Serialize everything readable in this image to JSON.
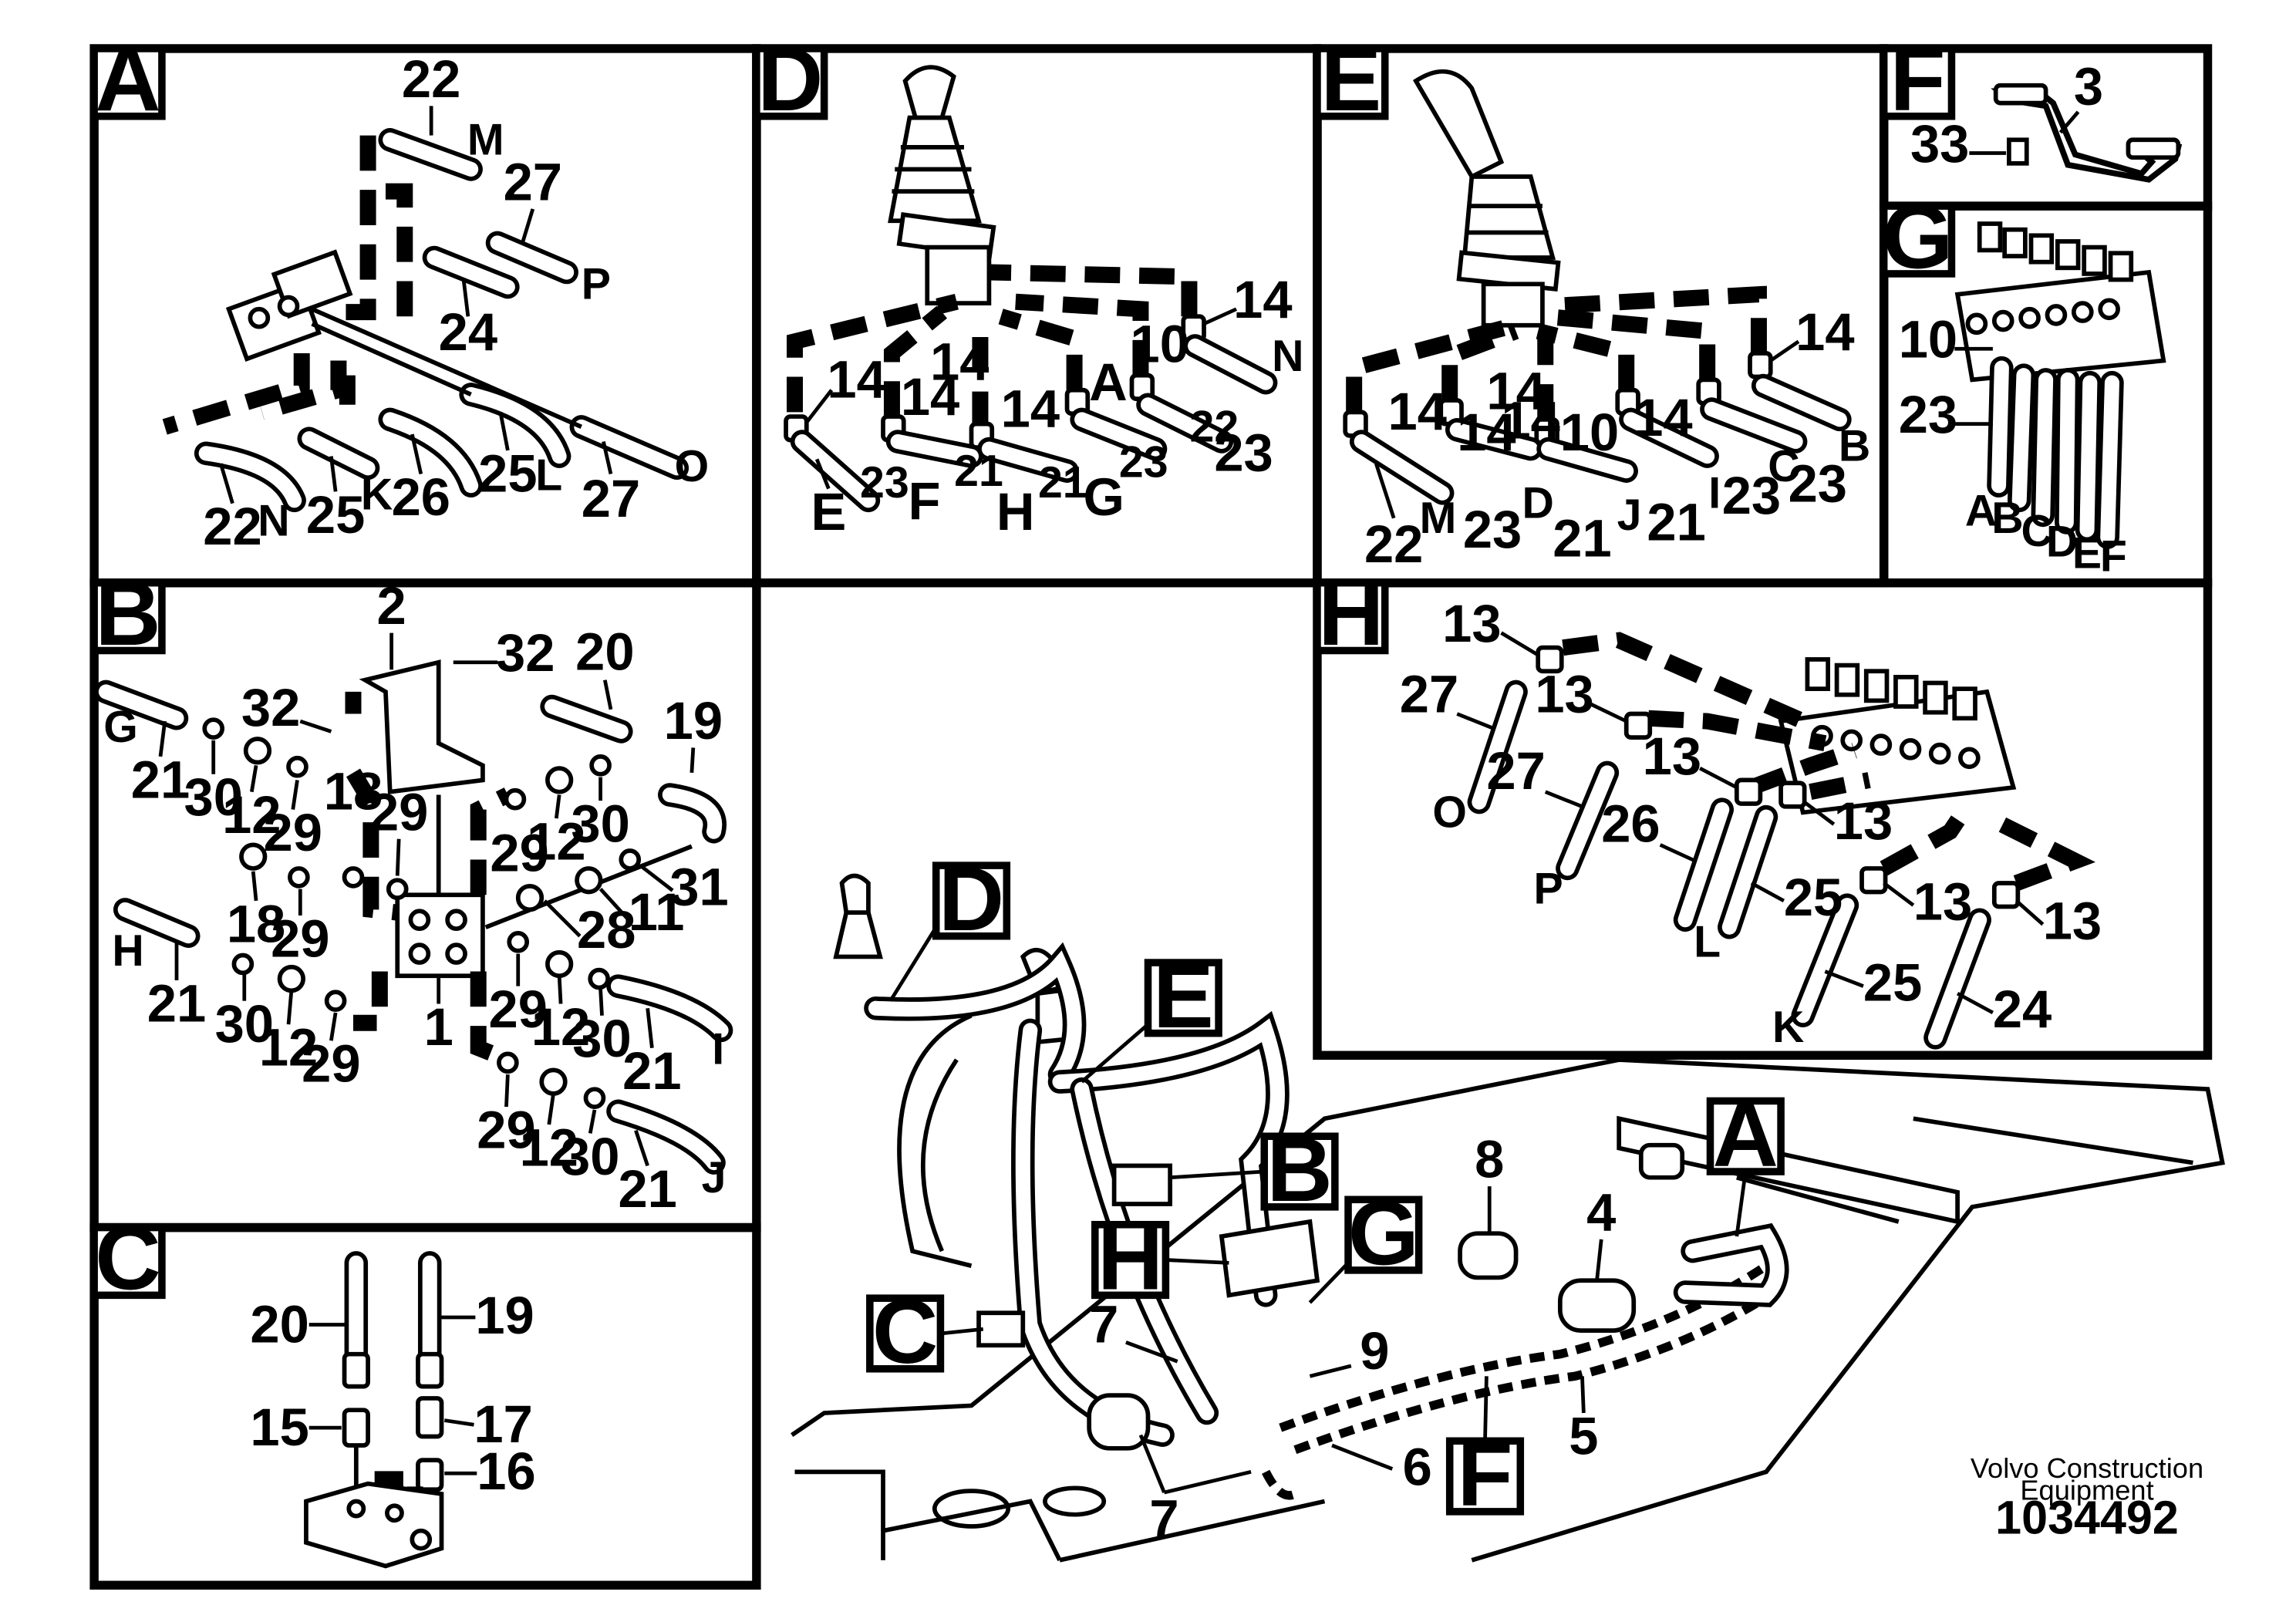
{
  "panels": {
    "A": {
      "letter": "A",
      "labels": [
        "22",
        "M",
        "27",
        "P",
        "24",
        "22",
        "N",
        "25",
        "K",
        "26",
        "25",
        "L",
        "27",
        "O"
      ]
    },
    "D": {
      "letter": "D",
      "labels": [
        "14",
        "N",
        "14",
        "14",
        "14",
        "10",
        "14",
        "A",
        "22",
        "23",
        "E",
        "23",
        "F",
        "21",
        "H",
        "21",
        "G",
        "23"
      ]
    },
    "E": {
      "letter": "E",
      "labels": [
        "14",
        "14",
        "14",
        "14",
        "14",
        "10",
        "14",
        "B",
        "22",
        "M",
        "23",
        "D",
        "21",
        "J",
        "21",
        "I",
        "23",
        "C",
        "23"
      ]
    },
    "F": {
      "letter": "F",
      "labels": [
        "3",
        "33"
      ]
    },
    "G": {
      "letter": "G",
      "labels": [
        "10",
        "23",
        "A",
        "B",
        "C",
        "D",
        "E",
        "F"
      ]
    },
    "B": {
      "letter": "B",
      "labels": [
        "2",
        "32",
        "32",
        "20",
        "19",
        "G",
        "21",
        "30",
        "12",
        "29",
        "18",
        "29",
        "29",
        "12",
        "30",
        "31",
        "18",
        "29",
        "11",
        "28",
        "H",
        "21",
        "30",
        "12",
        "29",
        "1",
        "29",
        "12",
        "30",
        "21",
        "I",
        "29",
        "12",
        "30",
        "21",
        "J"
      ]
    },
    "C": {
      "letter": "C",
      "labels": [
        "20",
        "19",
        "15",
        "17",
        "16"
      ]
    },
    "H": {
      "letter": "H",
      "labels": [
        "13",
        "27",
        "13",
        "O",
        "27",
        "13",
        "13",
        "26",
        "P",
        "25",
        "13",
        "L",
        "13",
        "25",
        "24",
        "K"
      ]
    },
    "overview": {
      "callouts": [
        "D",
        "E",
        "B",
        "H",
        "G",
        "C",
        "A",
        "F"
      ],
      "labels": [
        "8",
        "4",
        "7",
        "9",
        "5",
        "6",
        "7"
      ]
    }
  },
  "footer": {
    "brand_line1": "Volvo Construction",
    "brand_line2": "Equipment",
    "doc_number": "1034492"
  }
}
